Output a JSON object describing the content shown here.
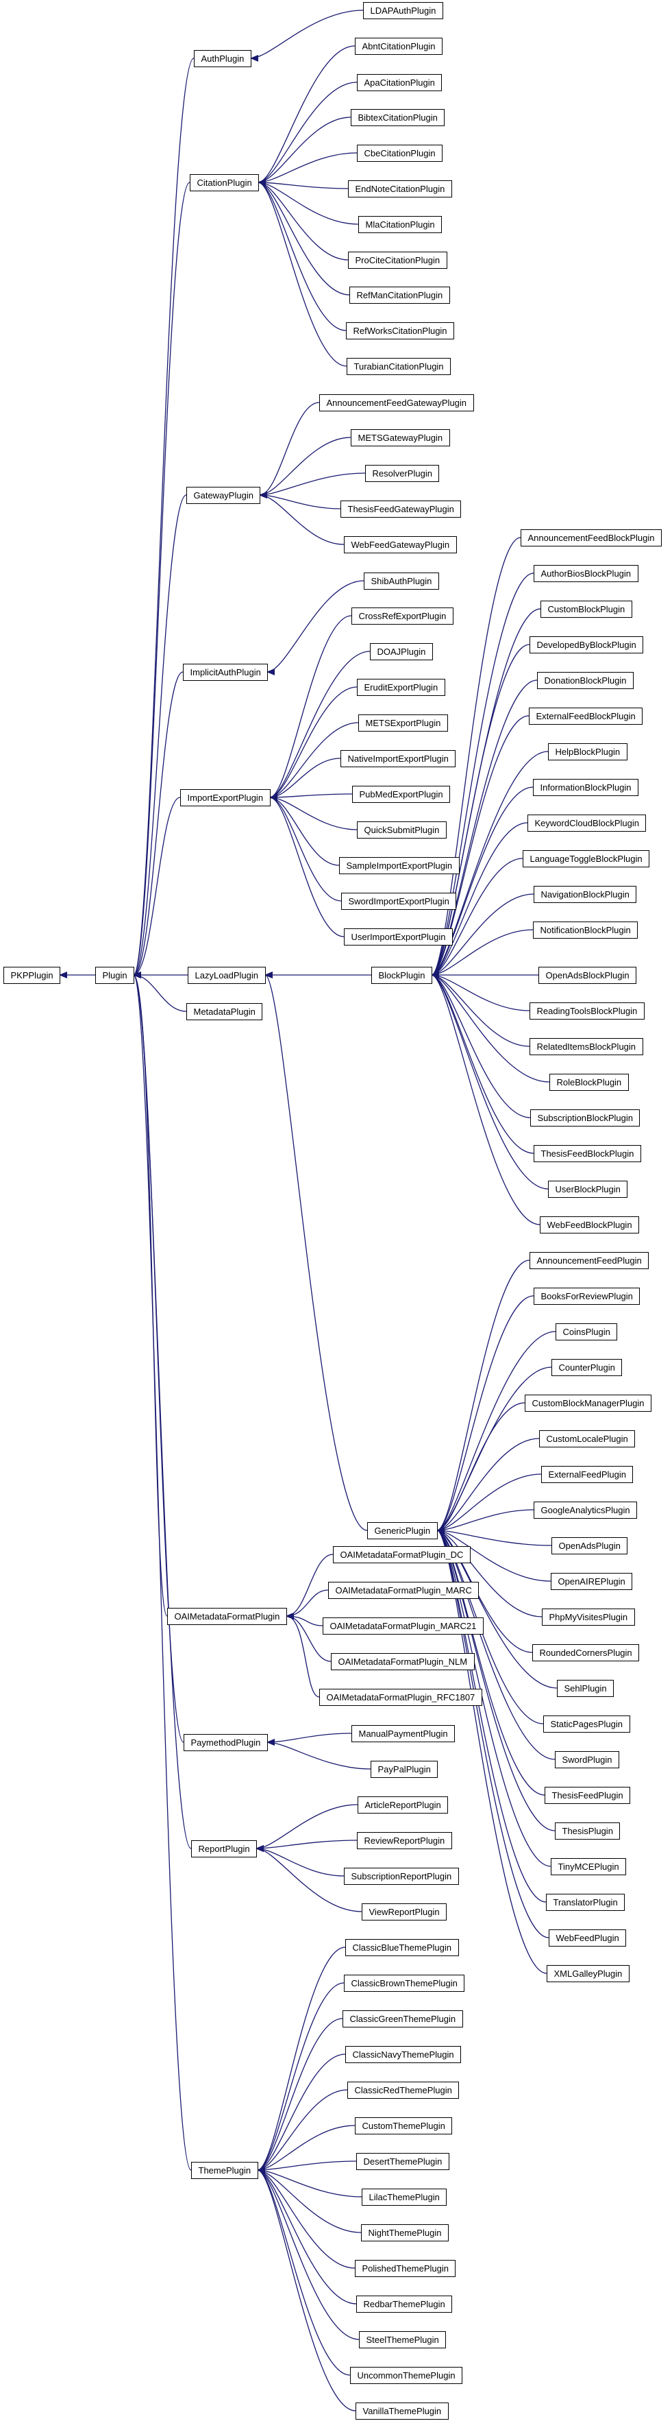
{
  "colors": {
    "edge": "#191970",
    "node_border": "#000000",
    "node_fill": "#ffffff",
    "text": "#000000"
  },
  "nodes": {
    "PKPPlugin": "PKPPlugin",
    "Plugin": "Plugin",
    "AuthPlugin": "AuthPlugin",
    "CitationPlugin": "CitationPlugin",
    "GatewayPlugin": "GatewayPlugin",
    "ImplicitAuthPlugin": "ImplicitAuthPlugin",
    "ImportExportPlugin": "ImportExportPlugin",
    "LazyLoadPlugin": "LazyLoadPlugin",
    "MetadataPlugin": "MetadataPlugin",
    "OAIMetadataFormatPlugin": "OAIMetadataFormatPlugin",
    "PaymethodPlugin": "PaymethodPlugin",
    "ReportPlugin": "ReportPlugin",
    "ThemePlugin": "ThemePlugin",
    "BlockPlugin": "BlockPlugin",
    "GenericPlugin": "GenericPlugin",
    "LDAPAuthPlugin": "LDAPAuthPlugin",
    "AbntCitationPlugin": "AbntCitationPlugin",
    "ApaCitationPlugin": "ApaCitationPlugin",
    "BibtexCitationPlugin": "BibtexCitationPlugin",
    "CbeCitationPlugin": "CbeCitationPlugin",
    "EndNoteCitationPlugin": "EndNoteCitationPlugin",
    "MlaCitationPlugin": "MlaCitationPlugin",
    "ProCiteCitationPlugin": "ProCiteCitationPlugin",
    "RefManCitationPlugin": "RefManCitationPlugin",
    "RefWorksCitationPlugin": "RefWorksCitationPlugin",
    "TurabianCitationPlugin": "TurabianCitationPlugin",
    "AnnouncementFeedGatewayPlugin": "AnnouncementFeedGatewayPlugin",
    "METSGatewayPlugin": "METSGatewayPlugin",
    "ResolverPlugin": "ResolverPlugin",
    "ThesisFeedGatewayPlugin": "ThesisFeedGatewayPlugin",
    "WebFeedGatewayPlugin": "WebFeedGatewayPlugin",
    "ShibAuthPlugin": "ShibAuthPlugin",
    "CrossRefExportPlugin": "CrossRefExportPlugin",
    "DOAJPlugin": "DOAJPlugin",
    "EruditExportPlugin": "EruditExportPlugin",
    "METSExportPlugin": "METSExportPlugin",
    "NativeImportExportPlugin": "NativeImportExportPlugin",
    "PubMedExportPlugin": "PubMedExportPlugin",
    "QuickSubmitPlugin": "QuickSubmitPlugin",
    "SampleImportExportPlugin": "SampleImportExportPlugin",
    "SwordImportExportPlugin": "SwordImportExportPlugin",
    "UserImportExportPlugin": "UserImportExportPlugin",
    "AnnouncementFeedBlockPlugin": "AnnouncementFeedBlockPlugin",
    "AuthorBiosBlockPlugin": "AuthorBiosBlockPlugin",
    "CustomBlockPlugin": "CustomBlockPlugin",
    "DevelopedByBlockPlugin": "DevelopedByBlockPlugin",
    "DonationBlockPlugin": "DonationBlockPlugin",
    "ExternalFeedBlockPlugin": "ExternalFeedBlockPlugin",
    "HelpBlockPlugin": "HelpBlockPlugin",
    "InformationBlockPlugin": "InformationBlockPlugin",
    "KeywordCloudBlockPlugin": "KeywordCloudBlockPlugin",
    "LanguageToggleBlockPlugin": "LanguageToggleBlockPlugin",
    "NavigationBlockPlugin": "NavigationBlockPlugin",
    "NotificationBlockPlugin": "NotificationBlockPlugin",
    "OpenAdsBlockPlugin": "OpenAdsBlockPlugin",
    "ReadingToolsBlockPlugin": "ReadingToolsBlockPlugin",
    "RelatedItemsBlockPlugin": "RelatedItemsBlockPlugin",
    "RoleBlockPlugin": "RoleBlockPlugin",
    "SubscriptionBlockPlugin": "SubscriptionBlockPlugin",
    "ThesisFeedBlockPlugin": "ThesisFeedBlockPlugin",
    "UserBlockPlugin": "UserBlockPlugin",
    "WebFeedBlockPlugin": "WebFeedBlockPlugin",
    "AnnouncementFeedPlugin": "AnnouncementFeedPlugin",
    "BooksForReviewPlugin": "BooksForReviewPlugin",
    "CoinsPlugin": "CoinsPlugin",
    "CounterPlugin": "CounterPlugin",
    "CustomBlockManagerPlugin": "CustomBlockManagerPlugin",
    "CustomLocalePlugin": "CustomLocalePlugin",
    "ExternalFeedPlugin": "ExternalFeedPlugin",
    "GoogleAnalyticsPlugin": "GoogleAnalyticsPlugin",
    "OpenAdsPlugin": "OpenAdsPlugin",
    "OpenAIREPlugin": "OpenAIREPlugin",
    "PhpMyVisitesPlugin": "PhpMyVisitesPlugin",
    "RoundedCornersPlugin": "RoundedCornersPlugin",
    "SehlPlugin": "SehlPlugin",
    "StaticPagesPlugin": "StaticPagesPlugin",
    "SwordPlugin": "SwordPlugin",
    "ThesisFeedPlugin": "ThesisFeedPlugin",
    "ThesisPlugin": "ThesisPlugin",
    "TinyMCEPlugin": "TinyMCEPlugin",
    "TranslatorPlugin": "TranslatorPlugin",
    "WebFeedPlugin": "WebFeedPlugin",
    "XMLGalleyPlugin": "XMLGalleyPlugin",
    "OAIMetadataFormatPlugin_DC": "OAIMetadataFormatPlugin_DC",
    "OAIMetadataFormatPlugin_MARC": "OAIMetadataFormatPlugin_MARC",
    "OAIMetadataFormatPlugin_MARC21": "OAIMetadataFormatPlugin_MARC21",
    "OAIMetadataFormatPlugin_NLM": "OAIMetadataFormatPlugin_NLM",
    "OAIMetadataFormatPlugin_RFC1807": "OAIMetadataFormatPlugin_RFC1807",
    "ManualPaymentPlugin": "ManualPaymentPlugin",
    "PayPalPlugin": "PayPalPlugin",
    "ArticleReportPlugin": "ArticleReportPlugin",
    "ReviewReportPlugin": "ReviewReportPlugin",
    "SubscriptionReportPlugin": "SubscriptionReportPlugin",
    "ViewReportPlugin": "ViewReportPlugin",
    "ClassicBlueThemePlugin": "ClassicBlueThemePlugin",
    "ClassicBrownThemePlugin": "ClassicBrownThemePlugin",
    "ClassicGreenThemePlugin": "ClassicGreenThemePlugin",
    "ClassicNavyThemePlugin": "ClassicNavyThemePlugin",
    "ClassicRedThemePlugin": "ClassicRedThemePlugin",
    "CustomThemePlugin": "CustomThemePlugin",
    "DesertThemePlugin": "DesertThemePlugin",
    "LilacThemePlugin": "LilacThemePlugin",
    "NightThemePlugin": "NightThemePlugin",
    "PolishedThemePlugin": "PolishedThemePlugin",
    "RedbarThemePlugin": "RedbarThemePlugin",
    "SteelThemePlugin": "SteelThemePlugin",
    "UncommonThemePlugin": "UncommonThemePlugin",
    "VanillaThemePlugin": "VanillaThemePlugin"
  },
  "edges": [
    [
      "Plugin",
      "PKPPlugin"
    ],
    [
      "AuthPlugin",
      "Plugin"
    ],
    [
      "CitationPlugin",
      "Plugin"
    ],
    [
      "GatewayPlugin",
      "Plugin"
    ],
    [
      "ImplicitAuthPlugin",
      "Plugin"
    ],
    [
      "ImportExportPlugin",
      "Plugin"
    ],
    [
      "LazyLoadPlugin",
      "Plugin"
    ],
    [
      "MetadataPlugin",
      "Plugin"
    ],
    [
      "OAIMetadataFormatPlugin",
      "Plugin"
    ],
    [
      "PaymethodPlugin",
      "Plugin"
    ],
    [
      "ReportPlugin",
      "Plugin"
    ],
    [
      "ThemePlugin",
      "Plugin"
    ],
    [
      "BlockPlugin",
      "LazyLoadPlugin"
    ],
    [
      "GenericPlugin",
      "LazyLoadPlugin"
    ],
    [
      "LDAPAuthPlugin",
      "AuthPlugin"
    ],
    [
      "AbntCitationPlugin",
      "CitationPlugin"
    ],
    [
      "ApaCitationPlugin",
      "CitationPlugin"
    ],
    [
      "BibtexCitationPlugin",
      "CitationPlugin"
    ],
    [
      "CbeCitationPlugin",
      "CitationPlugin"
    ],
    [
      "EndNoteCitationPlugin",
      "CitationPlugin"
    ],
    [
      "MlaCitationPlugin",
      "CitationPlugin"
    ],
    [
      "ProCiteCitationPlugin",
      "CitationPlugin"
    ],
    [
      "RefManCitationPlugin",
      "CitationPlugin"
    ],
    [
      "RefWorksCitationPlugin",
      "CitationPlugin"
    ],
    [
      "TurabianCitationPlugin",
      "CitationPlugin"
    ],
    [
      "AnnouncementFeedGatewayPlugin",
      "GatewayPlugin"
    ],
    [
      "METSGatewayPlugin",
      "GatewayPlugin"
    ],
    [
      "ResolverPlugin",
      "GatewayPlugin"
    ],
    [
      "ThesisFeedGatewayPlugin",
      "GatewayPlugin"
    ],
    [
      "WebFeedGatewayPlugin",
      "GatewayPlugin"
    ],
    [
      "ShibAuthPlugin",
      "ImplicitAuthPlugin"
    ],
    [
      "CrossRefExportPlugin",
      "ImportExportPlugin"
    ],
    [
      "DOAJPlugin",
      "ImportExportPlugin"
    ],
    [
      "EruditExportPlugin",
      "ImportExportPlugin"
    ],
    [
      "METSExportPlugin",
      "ImportExportPlugin"
    ],
    [
      "NativeImportExportPlugin",
      "ImportExportPlugin"
    ],
    [
      "PubMedExportPlugin",
      "ImportExportPlugin"
    ],
    [
      "QuickSubmitPlugin",
      "ImportExportPlugin"
    ],
    [
      "SampleImportExportPlugin",
      "ImportExportPlugin"
    ],
    [
      "SwordImportExportPlugin",
      "ImportExportPlugin"
    ],
    [
      "UserImportExportPlugin",
      "ImportExportPlugin"
    ],
    [
      "AnnouncementFeedBlockPlugin",
      "BlockPlugin"
    ],
    [
      "AuthorBiosBlockPlugin",
      "BlockPlugin"
    ],
    [
      "CustomBlockPlugin",
      "BlockPlugin"
    ],
    [
      "DevelopedByBlockPlugin",
      "BlockPlugin"
    ],
    [
      "DonationBlockPlugin",
      "BlockPlugin"
    ],
    [
      "ExternalFeedBlockPlugin",
      "BlockPlugin"
    ],
    [
      "HelpBlockPlugin",
      "BlockPlugin"
    ],
    [
      "InformationBlockPlugin",
      "BlockPlugin"
    ],
    [
      "KeywordCloudBlockPlugin",
      "BlockPlugin"
    ],
    [
      "LanguageToggleBlockPlugin",
      "BlockPlugin"
    ],
    [
      "NavigationBlockPlugin",
      "BlockPlugin"
    ],
    [
      "NotificationBlockPlugin",
      "BlockPlugin"
    ],
    [
      "OpenAdsBlockPlugin",
      "BlockPlugin"
    ],
    [
      "ReadingToolsBlockPlugin",
      "BlockPlugin"
    ],
    [
      "RelatedItemsBlockPlugin",
      "BlockPlugin"
    ],
    [
      "RoleBlockPlugin",
      "BlockPlugin"
    ],
    [
      "SubscriptionBlockPlugin",
      "BlockPlugin"
    ],
    [
      "ThesisFeedBlockPlugin",
      "BlockPlugin"
    ],
    [
      "UserBlockPlugin",
      "BlockPlugin"
    ],
    [
      "WebFeedBlockPlugin",
      "BlockPlugin"
    ],
    [
      "AnnouncementFeedPlugin",
      "GenericPlugin"
    ],
    [
      "BooksForReviewPlugin",
      "GenericPlugin"
    ],
    [
      "CoinsPlugin",
      "GenericPlugin"
    ],
    [
      "CounterPlugin",
      "GenericPlugin"
    ],
    [
      "CustomBlockManagerPlugin",
      "GenericPlugin"
    ],
    [
      "CustomLocalePlugin",
      "GenericPlugin"
    ],
    [
      "ExternalFeedPlugin",
      "GenericPlugin"
    ],
    [
      "GoogleAnalyticsPlugin",
      "GenericPlugin"
    ],
    [
      "OpenAdsPlugin",
      "GenericPlugin"
    ],
    [
      "OpenAIREPlugin",
      "GenericPlugin"
    ],
    [
      "PhpMyVisitesPlugin",
      "GenericPlugin"
    ],
    [
      "RoundedCornersPlugin",
      "GenericPlugin"
    ],
    [
      "SehlPlugin",
      "GenericPlugin"
    ],
    [
      "StaticPagesPlugin",
      "GenericPlugin"
    ],
    [
      "SwordPlugin",
      "GenericPlugin"
    ],
    [
      "ThesisFeedPlugin",
      "GenericPlugin"
    ],
    [
      "ThesisPlugin",
      "GenericPlugin"
    ],
    [
      "TinyMCEPlugin",
      "GenericPlugin"
    ],
    [
      "TranslatorPlugin",
      "GenericPlugin"
    ],
    [
      "WebFeedPlugin",
      "GenericPlugin"
    ],
    [
      "XMLGalleyPlugin",
      "GenericPlugin"
    ],
    [
      "OAIMetadataFormatPlugin_DC",
      "OAIMetadataFormatPlugin"
    ],
    [
      "OAIMetadataFormatPlugin_MARC",
      "OAIMetadataFormatPlugin"
    ],
    [
      "OAIMetadataFormatPlugin_MARC21",
      "OAIMetadataFormatPlugin"
    ],
    [
      "OAIMetadataFormatPlugin_NLM",
      "OAIMetadataFormatPlugin"
    ],
    [
      "OAIMetadataFormatPlugin_RFC1807",
      "OAIMetadataFormatPlugin"
    ],
    [
      "ManualPaymentPlugin",
      "PaymethodPlugin"
    ],
    [
      "PayPalPlugin",
      "PaymethodPlugin"
    ],
    [
      "ArticleReportPlugin",
      "ReportPlugin"
    ],
    [
      "ReviewReportPlugin",
      "ReportPlugin"
    ],
    [
      "SubscriptionReportPlugin",
      "ReportPlugin"
    ],
    [
      "ViewReportPlugin",
      "ReportPlugin"
    ],
    [
      "ClassicBlueThemePlugin",
      "ThemePlugin"
    ],
    [
      "ClassicBrownThemePlugin",
      "ThemePlugin"
    ],
    [
      "ClassicGreenThemePlugin",
      "ThemePlugin"
    ],
    [
      "ClassicNavyThemePlugin",
      "ThemePlugin"
    ],
    [
      "ClassicRedThemePlugin",
      "ThemePlugin"
    ],
    [
      "CustomThemePlugin",
      "ThemePlugin"
    ],
    [
      "DesertThemePlugin",
      "ThemePlugin"
    ],
    [
      "LilacThemePlugin",
      "ThemePlugin"
    ],
    [
      "NightThemePlugin",
      "ThemePlugin"
    ],
    [
      "PolishedThemePlugin",
      "ThemePlugin"
    ],
    [
      "RedbarThemePlugin",
      "ThemePlugin"
    ],
    [
      "SteelThemePlugin",
      "ThemePlugin"
    ],
    [
      "UncommonThemePlugin",
      "ThemePlugin"
    ],
    [
      "VanillaThemePlugin",
      "ThemePlugin"
    ]
  ]
}
